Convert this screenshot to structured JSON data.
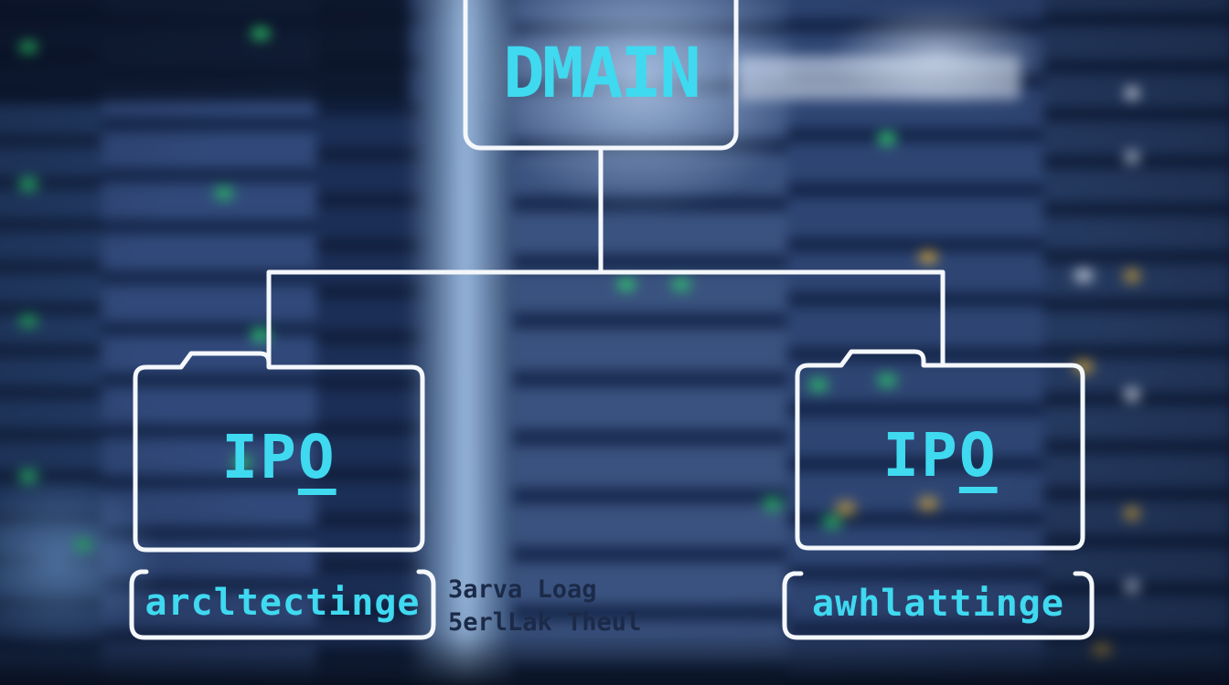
{
  "diagram": {
    "root_label": "DMAIN",
    "left_folder": {
      "title_main": "IP",
      "title_underlined": "O"
    },
    "right_folder": {
      "title_main": "IP",
      "title_underlined": "O"
    },
    "left_caption": "arcltectinge",
    "right_caption": "awhlattinge",
    "note_line1": "3arva Loag",
    "note_line2": "5erlLak Theul"
  },
  "colors": {
    "accent_cyan": "#3fd9f0",
    "outline_white": "#f4f7fb",
    "note_dark": "#1b2a48"
  }
}
